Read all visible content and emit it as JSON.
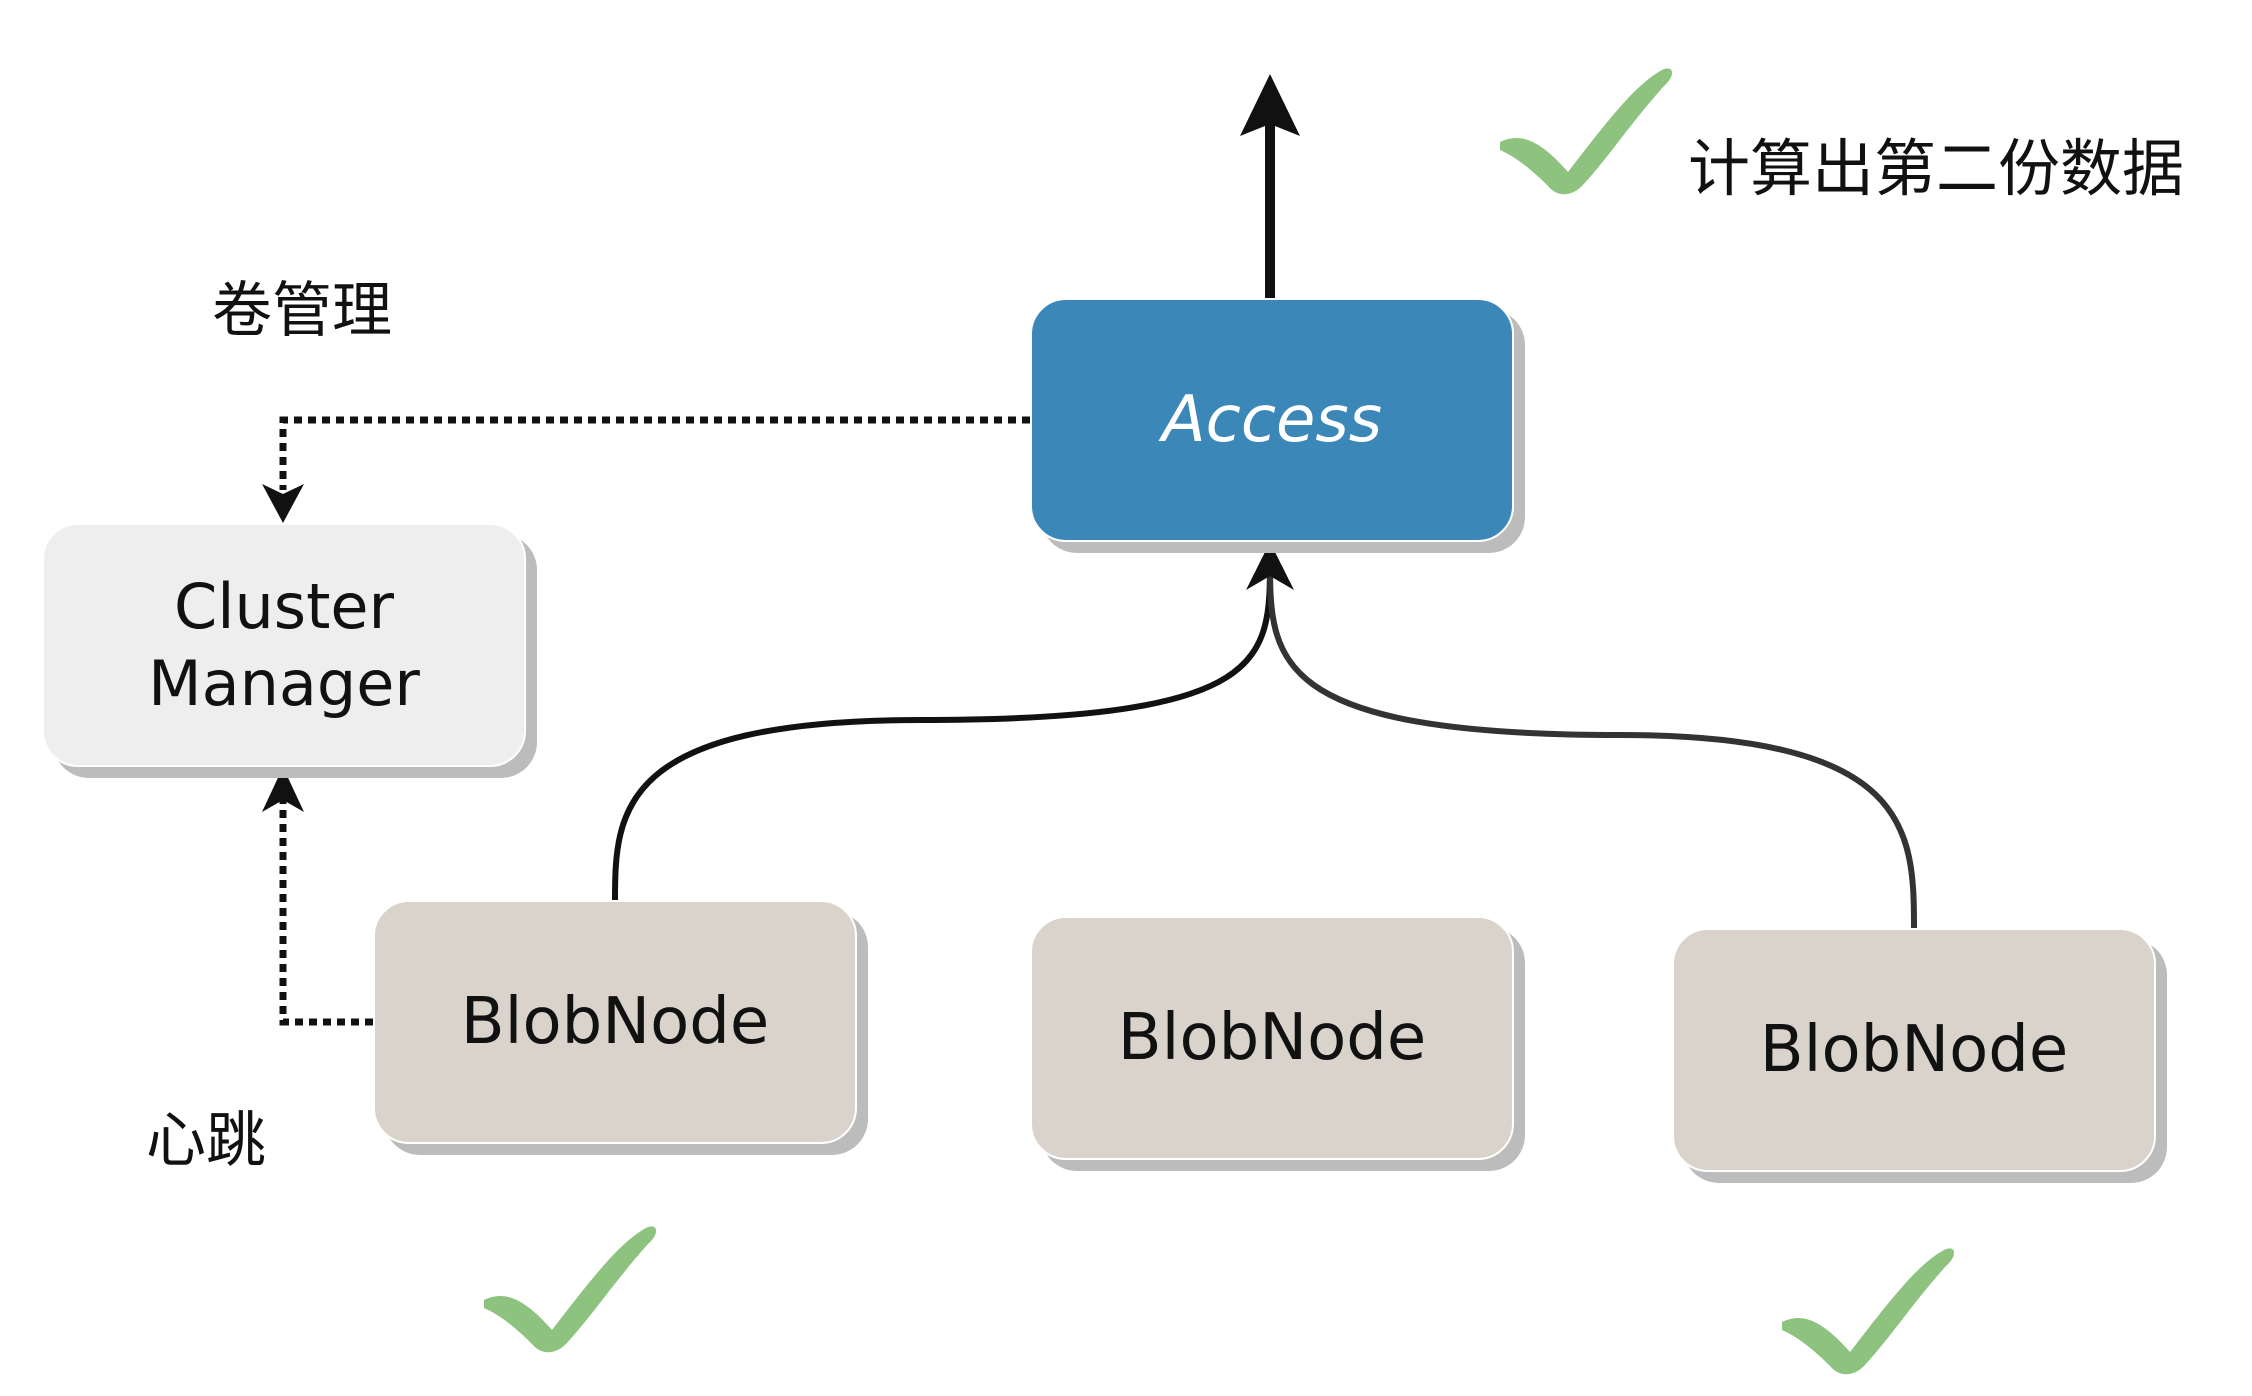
{
  "colors": {
    "access_fill": "#3b88b8",
    "access_text": "#ffffff",
    "cluster_fill": "#eeeeee",
    "blobnode_fill": "#d9d3cc",
    "check_green": "#8dc37f",
    "line_black": "#111111",
    "line_dark": "#333333",
    "shadow_gray": "#bcbcbc"
  },
  "nodes": {
    "access": "Access",
    "cluster_manager": [
      "Cluster",
      "Manager"
    ],
    "blobnode_1": "BlobNode",
    "blobnode_2": "BlobNode",
    "blobnode_3": "BlobNode"
  },
  "labels": {
    "volume_management": "卷管理",
    "heartbeat": "心跳",
    "compute_second_copy": "计算出第二份数据"
  },
  "icons": [
    "check-icon",
    "check-icon",
    "check-icon",
    "up-arrow-icon"
  ]
}
